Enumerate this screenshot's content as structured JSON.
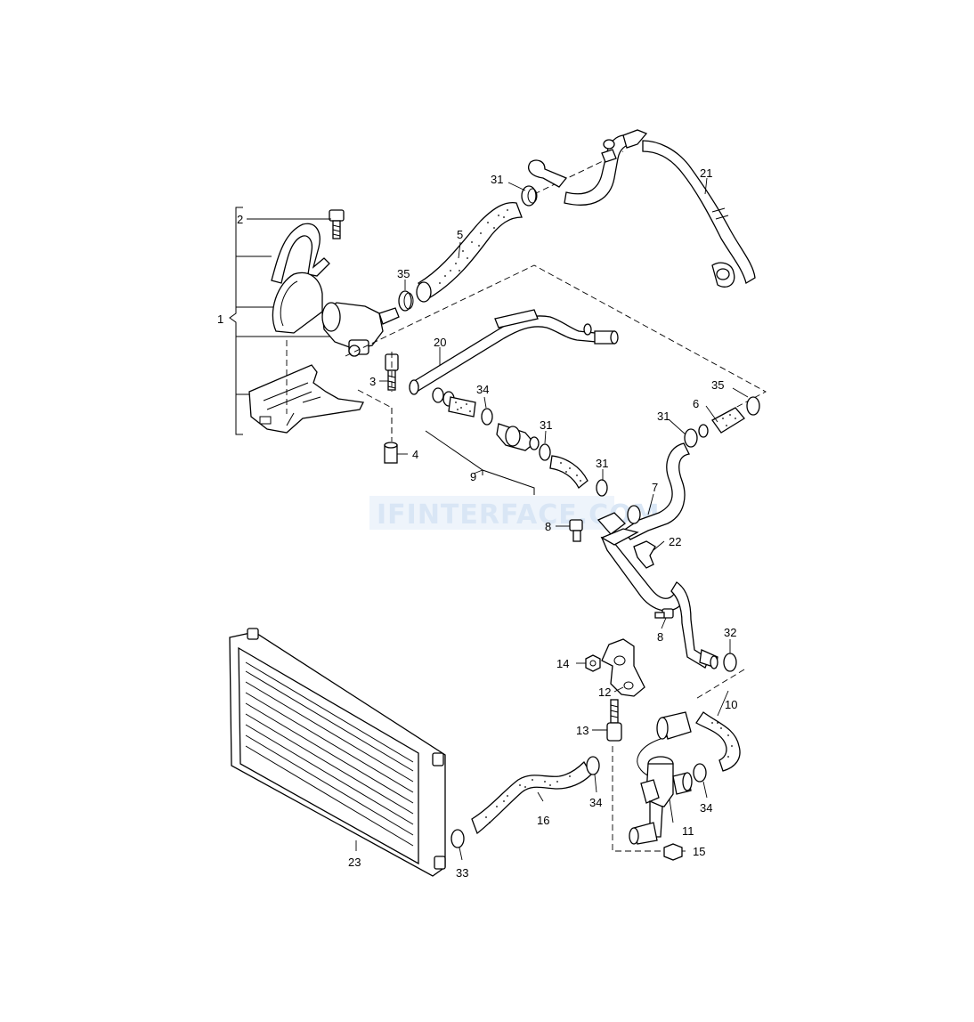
{
  "watermark": "IFINTERFACE.COM",
  "callouts": [
    {
      "id": "c1",
      "label": "1"
    },
    {
      "id": "c2",
      "label": "2"
    },
    {
      "id": "c3",
      "label": "3"
    },
    {
      "id": "c4",
      "label": "4"
    },
    {
      "id": "c5",
      "label": "5"
    },
    {
      "id": "c6",
      "label": "6"
    },
    {
      "id": "c7",
      "label": "7"
    },
    {
      "id": "c8a",
      "label": "8"
    },
    {
      "id": "c8b",
      "label": "8"
    },
    {
      "id": "c9",
      "label": "9"
    },
    {
      "id": "c10",
      "label": "10"
    },
    {
      "id": "c11",
      "label": "11"
    },
    {
      "id": "c12",
      "label": "12"
    },
    {
      "id": "c13",
      "label": "13"
    },
    {
      "id": "c14",
      "label": "14"
    },
    {
      "id": "c15",
      "label": "15"
    },
    {
      "id": "c16",
      "label": "16"
    },
    {
      "id": "c20",
      "label": "20"
    },
    {
      "id": "c21",
      "label": "21"
    },
    {
      "id": "c22",
      "label": "22"
    },
    {
      "id": "c23",
      "label": "23"
    },
    {
      "id": "c31a",
      "label": "31"
    },
    {
      "id": "c31b",
      "label": "31"
    },
    {
      "id": "c31c",
      "label": "31"
    },
    {
      "id": "c31d",
      "label": "31"
    },
    {
      "id": "c32",
      "label": "32"
    },
    {
      "id": "c33",
      "label": "33"
    },
    {
      "id": "c34a",
      "label": "34"
    },
    {
      "id": "c34b",
      "label": "34"
    },
    {
      "id": "c34c",
      "label": "34"
    },
    {
      "id": "c35a",
      "label": "35"
    },
    {
      "id": "c35b",
      "label": "35"
    }
  ]
}
